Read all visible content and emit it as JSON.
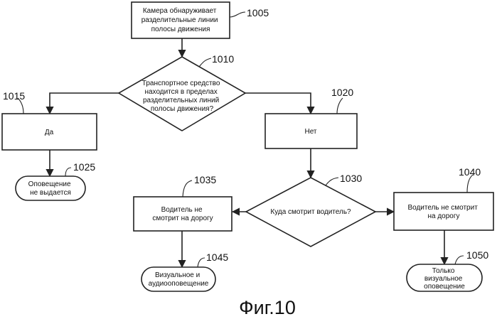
{
  "figure_caption": "Фиг.10",
  "nodes": {
    "n1005": {
      "ref": "1005",
      "lines": [
        "Камера обнаруживает",
        "разделительные линии",
        "полосы движения"
      ]
    },
    "n1010": {
      "ref": "1010",
      "lines": [
        "Транспортное средство",
        "находится в пределах",
        "разделительных линий",
        "полосы движения?"
      ]
    },
    "n1015": {
      "ref": "1015",
      "lines": [
        "Да"
      ]
    },
    "n1020": {
      "ref": "1020",
      "lines": [
        "Нет"
      ]
    },
    "n1025": {
      "ref": "1025",
      "lines": [
        "Оповещение",
        "не выдается"
      ]
    },
    "n1030": {
      "ref": "1030",
      "lines": [
        "Куда смотрит  водитель?"
      ]
    },
    "n1035": {
      "ref": "1035",
      "lines": [
        "Водитель не",
        "смотрит на дорогу"
      ]
    },
    "n1040": {
      "ref": "1040",
      "lines": [
        "Водитель не смотрит",
        "на дорогу"
      ]
    },
    "n1045": {
      "ref": "1045",
      "lines": [
        "Визуальное и",
        "аудиооповещение"
      ]
    },
    "n1050": {
      "ref": "1050",
      "lines": [
        "Только",
        "визуальное",
        "оповещение"
      ]
    }
  },
  "edges": [
    {
      "from": "1005",
      "to": "1010"
    },
    {
      "from": "1010",
      "to": "1015"
    },
    {
      "from": "1010",
      "to": "1020"
    },
    {
      "from": "1015",
      "to": "1025"
    },
    {
      "from": "1020",
      "to": "1030"
    },
    {
      "from": "1030",
      "to": "1035"
    },
    {
      "from": "1030",
      "to": "1040"
    },
    {
      "from": "1035",
      "to": "1045"
    },
    {
      "from": "1040",
      "to": "1050"
    }
  ]
}
